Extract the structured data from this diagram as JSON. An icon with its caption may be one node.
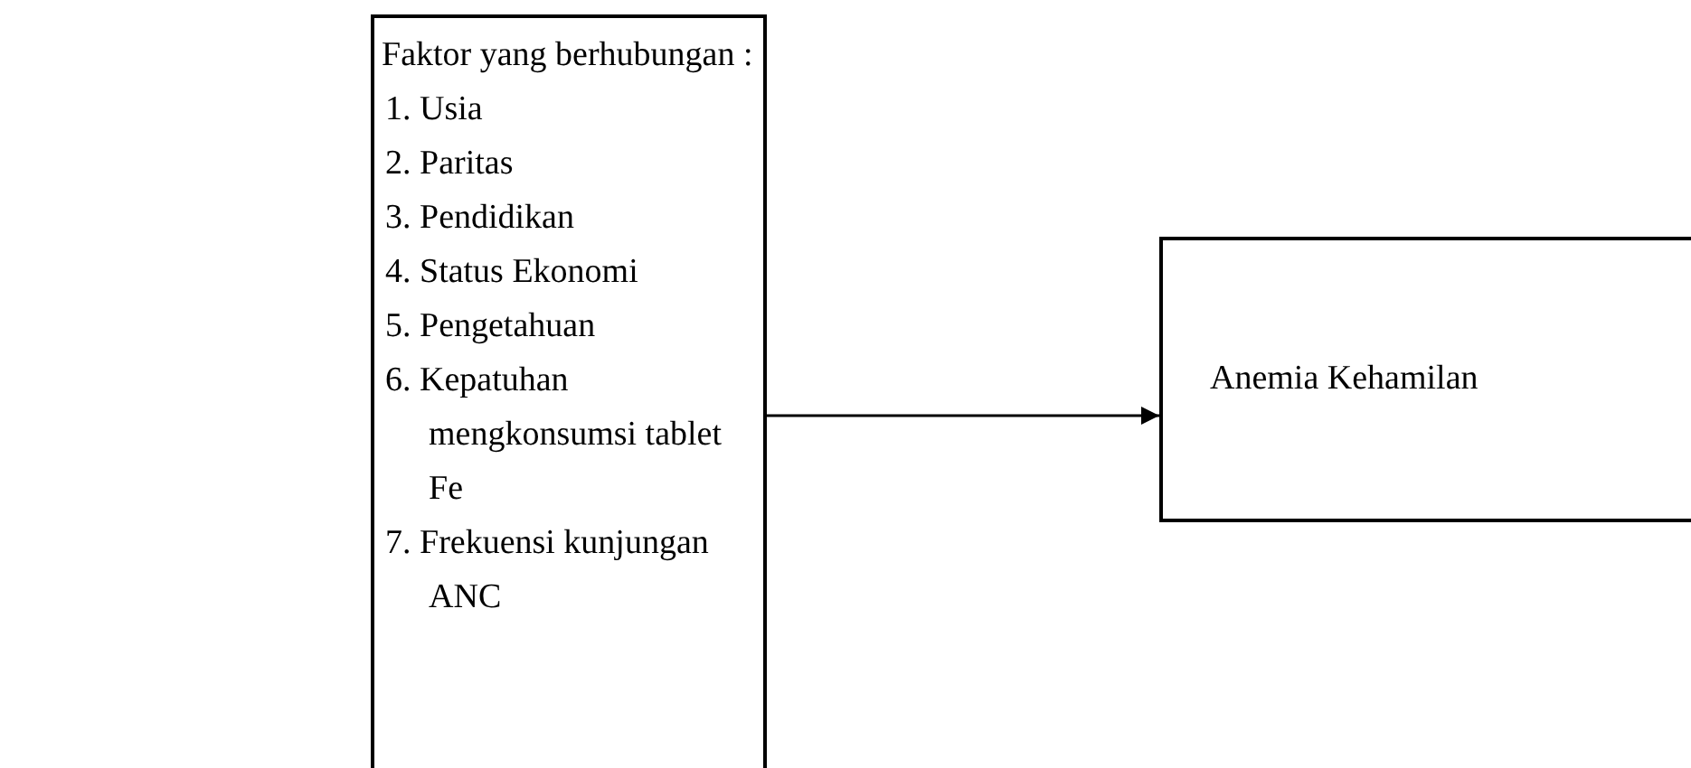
{
  "diagram": {
    "nodes": [
      {
        "text": [
          "Faktor yang berhubungan :",
          "1. Usia",
          "2. Paritas",
          "3. Pendidikan",
          "4. Status Ekonomi",
          "5. Pengetahuan",
          "6. Kepatuhan mengkonsumsi tablet Fe",
          "7. Frekuensi kunjungan ANC"
        ]
      },
      {
        "text": [
          "Anemia Kehamilan"
        ]
      }
    ],
    "edges": [
      {
        "from": 0,
        "to": 1,
        "arrow": "to"
      }
    ]
  }
}
